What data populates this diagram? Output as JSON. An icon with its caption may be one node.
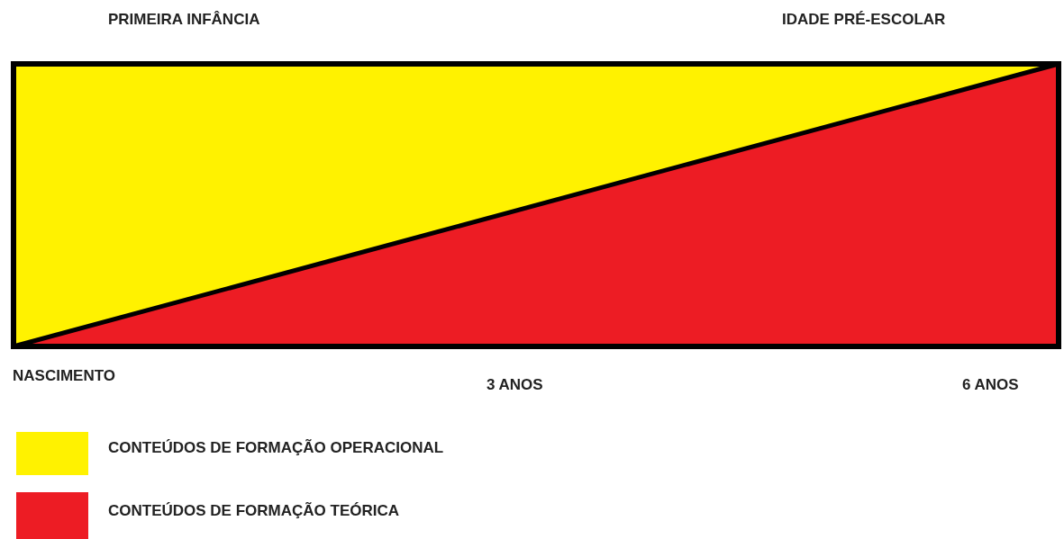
{
  "diagram": {
    "labels": [
      "PRIMEIRA INFÂNCIA",
      "IDADE PRÉ-ESCOLAR",
      "NASCIMENTO",
      "3 ANOS",
      "6 ANOS"
    ],
    "legend": [
      {
        "text": "CONTEÚDOS DE FORMAÇÃO OPERACIONAL",
        "color": "#fff200"
      },
      {
        "text": "CONTEÚDOS DE FORMAÇÃO TEÓRICA",
        "color": "#ed1c24"
      }
    ]
  }
}
